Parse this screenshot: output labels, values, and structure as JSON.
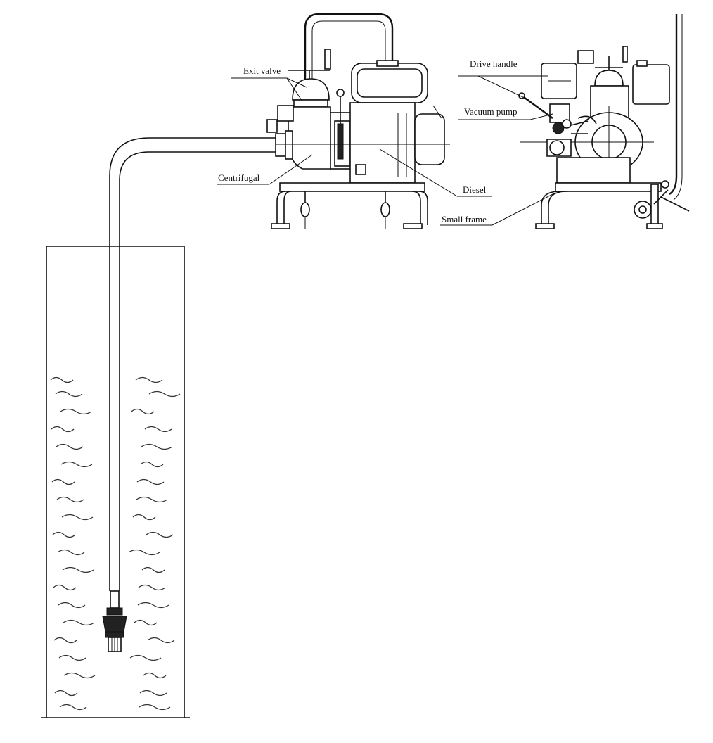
{
  "labels": {
    "exit_valve": "Exit valve",
    "centrifugal": "Centrifugal",
    "diesel": "Diesel",
    "drive_handle": "Drive handle",
    "vacuum_pump": "Vacuum pump",
    "small_frame": "Small frame"
  },
  "colors": {
    "line": "#111111",
    "background": "#ffffff"
  }
}
